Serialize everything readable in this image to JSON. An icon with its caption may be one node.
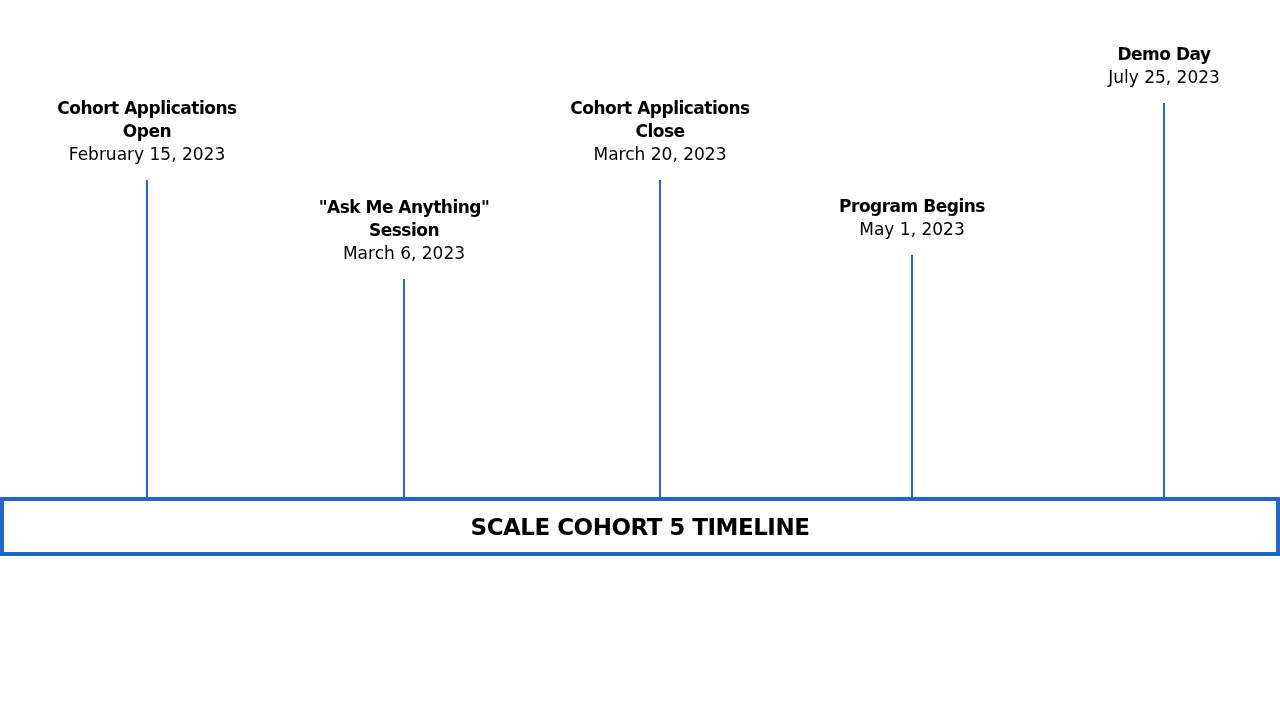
{
  "diagram": {
    "nodes": [
      {
        "text": [
          "Cohort Applications Open",
          "February 15, 2023"
        ]
      },
      {
        "text": [
          "\"Ask Me Anything\" Session",
          "March 6, 2023"
        ]
      },
      {
        "text": [
          "Cohort Applications Close",
          "March 20, 2023"
        ]
      },
      {
        "text": [
          "Program Begins",
          "May 1, 2023"
        ]
      },
      {
        "text": [
          "Demo Day",
          "July 25, 2023"
        ]
      },
      {
        "text": [
          "SCALE COHORT 5 TIMELINE"
        ]
      }
    ],
    "edges": [
      {
        "from": 0,
        "to": 5,
        "arrow": "none"
      },
      {
        "from": 1,
        "to": 5,
        "arrow": "none"
      },
      {
        "from": 2,
        "to": 5,
        "arrow": "none"
      },
      {
        "from": 3,
        "to": 5,
        "arrow": "none"
      },
      {
        "from": 4,
        "to": 5,
        "arrow": "none"
      }
    ]
  }
}
